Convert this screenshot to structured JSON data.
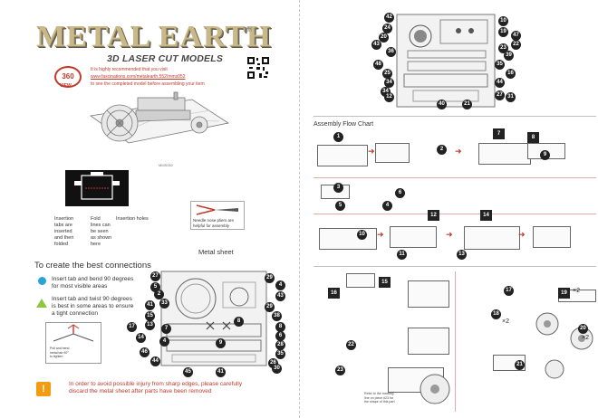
{
  "brand": {
    "logo_text": "METAL EARTH",
    "tm": "TM",
    "subtitle": "3D LASER CUT MODELS"
  },
  "view_badge": {
    "number": "360",
    "label": "VIEW"
  },
  "website_note": {
    "line1": "It is highly recommended that you visit",
    "url": "www.fascinations.com/metalearth.552/mms052",
    "line3": "to see the completed model before assembling your item"
  },
  "product_caption": "MMS052",
  "diagram_labels": {
    "insertion_tabs": [
      "Insertion",
      "tabs are",
      "inserted",
      "and then",
      "folded"
    ],
    "fold_lines": [
      "Fold",
      "lines can",
      "be seen",
      "as shown",
      "here"
    ],
    "insertion_holes": "Insertion holes"
  },
  "pliers_note": [
    "Needle nose pliers are",
    "helpful for assembly"
  ],
  "metal_sheet_label": "Metal sheet",
  "connections": {
    "title": "To create the best connections",
    "tip1": [
      "Insert tab and bend 90 degrees",
      "for most visible areas"
    ],
    "tip2": [
      "Insert tab and twist 90 degrees",
      "is best in some areas to ensure",
      "a tight connection"
    ],
    "fold_fig_text": [
      "Pull and bend",
      "metal tab 90°",
      "to tighten"
    ]
  },
  "warning": {
    "icon": "!",
    "text": [
      "In order to avoid possible injury from sharp edges, please carefully",
      "discard the metal sheet after parts have been removed"
    ]
  },
  "colors": {
    "accent_red": "#c0392b",
    "blue_dot": "#29a3d8",
    "green_tri": "#8dc63f",
    "gold_logo": "#c9b98a",
    "warning_orange": "#f39c12"
  },
  "sheet_left_numbers": {
    "left": [
      "27",
      "5",
      "41",
      "15",
      "13",
      "17",
      "14",
      "46",
      "44"
    ],
    "inner": [
      "2",
      "33",
      "8",
      "7",
      "4",
      "9"
    ],
    "right": [
      "29",
      "4",
      "43",
      "29",
      "38",
      "8",
      "6",
      "28",
      "35",
      "26",
      "30"
    ],
    "bottom": [
      "45",
      "41"
    ]
  },
  "sheet_right_numbers": {
    "left": [
      "42",
      "24",
      "20",
      "43",
      "36",
      "48",
      "25",
      "34",
      "34",
      "12"
    ],
    "right": [
      "10",
      "19",
      "47",
      "22",
      "23",
      "39",
      "35",
      "16",
      "44",
      "27",
      "31"
    ],
    "bottom": [
      "40",
      "21"
    ]
  },
  "assembly": {
    "title": "Assembly Flow Chart",
    "steps": [
      "1",
      "2",
      "3",
      "4",
      "5",
      "6",
      "7",
      "8",
      "9",
      "10",
      "11",
      "12",
      "13",
      "14",
      "15",
      "16",
      "17",
      "18",
      "19",
      "20",
      "21",
      "22",
      "23"
    ],
    "multiplier": "×2",
    "refer_note": [
      "Refer to the marking",
      "line on piece #23 for",
      "the shape of this part"
    ]
  }
}
